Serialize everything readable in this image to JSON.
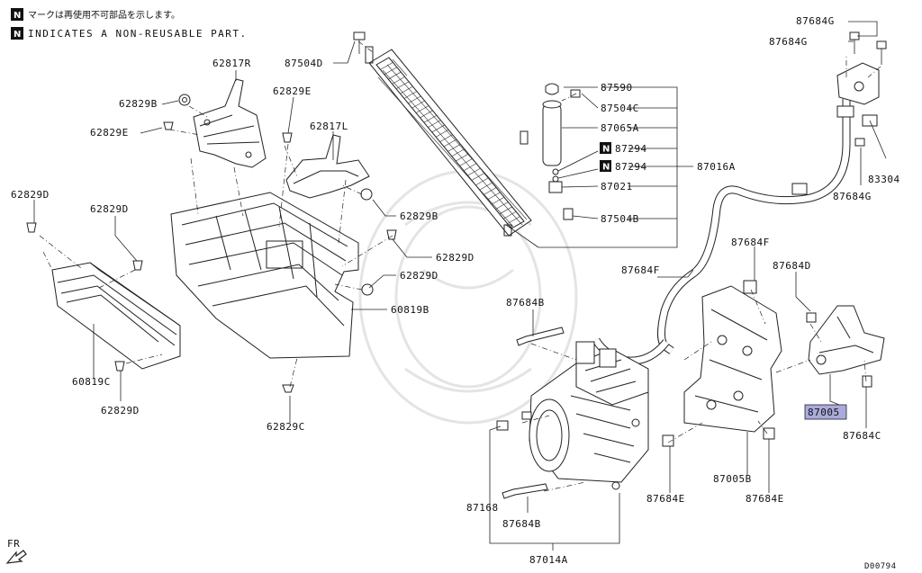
{
  "legend": {
    "line_ja": "マークは再使用不可部品を示します。",
    "line_en": "INDICATES A NON-REUSABLE PART.",
    "badge": "N"
  },
  "labels": {
    "l87684G_1": "87684G",
    "l87684G_2": "87684G",
    "l87504D": "87504D",
    "l62817R": "62817R",
    "l62829B_1": "62829B",
    "l62829E_1": "62829E",
    "l62829E_2": "62829E",
    "l62817L": "62817L",
    "l87590": "87590",
    "l87504C": "87504C",
    "l87065A": "87065A",
    "l87294_1": "87294",
    "l87294_2": "87294",
    "l87016A": "87016A",
    "l87021": "87021",
    "l87504B": "87504B",
    "l83304": "83304",
    "l87684G_3": "87684G",
    "l62829D_1": "62829D",
    "l62829D_2": "62829D",
    "l62829B_2": "62829B",
    "l62829D_3": "62829D",
    "l62829D_4": "62829D",
    "l87684F_1": "87684F",
    "l87684F_2": "87684F",
    "l87684D": "87684D",
    "l60819B": "60819B",
    "l87684B_1": "87684B",
    "l60819C": "60819C",
    "l62829D_5": "62829D",
    "l62829C": "62829C",
    "l87005": "87005",
    "l87684C": "87684C",
    "l87005B": "87005B",
    "l87168": "87168",
    "l87684E_1": "87684E",
    "l87684E_2": "87684E",
    "l87684B_2": "87684B",
    "l87014A": "87014A",
    "fr": "FR",
    "drawing_no": "D00794"
  },
  "colors": {
    "highlight": "#aaaadd",
    "ink": "#222222",
    "watermark": "#e4e4e4"
  }
}
